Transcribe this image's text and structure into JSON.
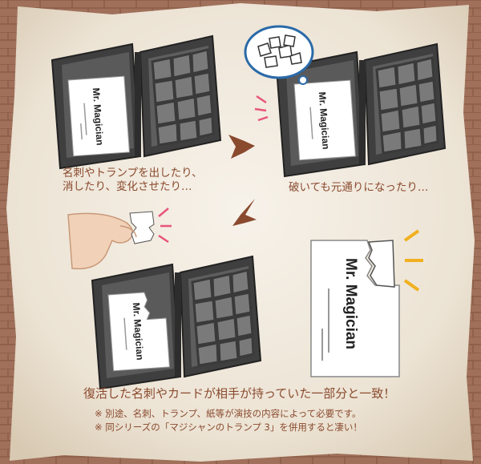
{
  "captions": {
    "step1_line1": "名刺やトランプを出したり、",
    "step1_line2": "消したり、変化させたり…",
    "step2": "破いても元通りになったり…",
    "step3": "復活した名刺やカードが相手が持っていた一部分と一致！"
  },
  "notes": [
    "※ 別途、名刺、トランプ、紙等が演技の内容によって必要です。",
    "※ 同シリーズの「マジシャンのトランプ 3」を併用すると凄い！"
  ],
  "card": {
    "name": "Mr. Magician"
  },
  "colors": {
    "parchment": "#efe8dc",
    "brick": "#9a6a55",
    "box": "#4a4a4a",
    "arrow": "#8a4a2e",
    "text": "#8a4a2e",
    "bubble_border": "#2a6aa8",
    "accent_pink": "#e8557a",
    "accent_yellow": "#f0b020"
  }
}
